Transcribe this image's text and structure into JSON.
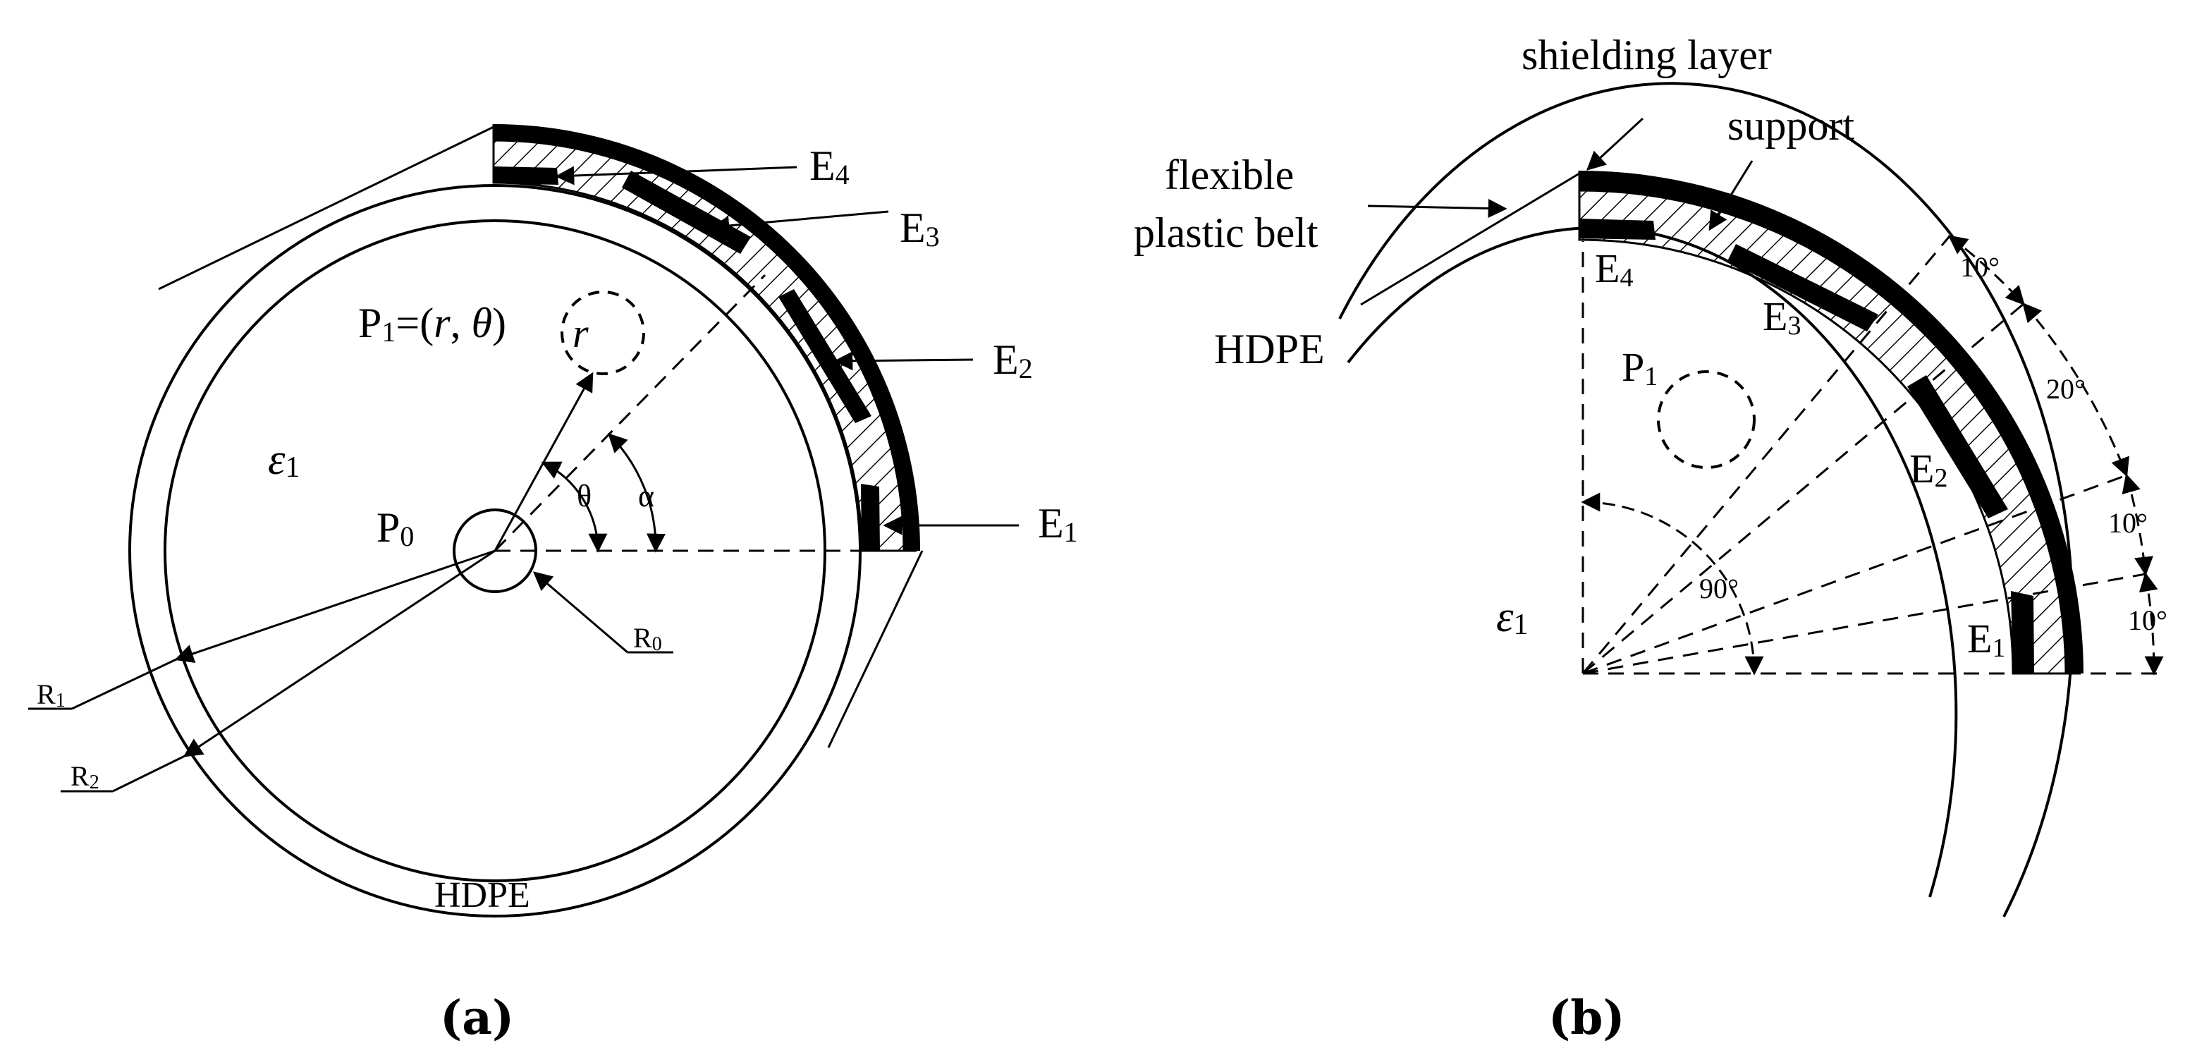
{
  "panel_a": {
    "caption": "(a)",
    "electrodes": {
      "e1": {
        "main": "E",
        "sub": "1"
      },
      "e2": {
        "main": "E",
        "sub": "2"
      },
      "e3": {
        "main": "E",
        "sub": "3"
      },
      "e4": {
        "main": "E",
        "sub": "4"
      }
    },
    "p1": {
      "main": "P",
      "sub": "1",
      "rest_pre": "=(",
      "r": "r",
      "comma": ", ",
      "theta": "θ",
      "close": ")"
    },
    "p0": {
      "main": "P",
      "sub": "0"
    },
    "eps": {
      "main": "ε",
      "sub": "1"
    },
    "r_label": "r",
    "theta_label": "θ",
    "alpha_label": "α",
    "r0": {
      "main": "R",
      "sub": "0"
    },
    "r1": {
      "main": "R",
      "sub": "1"
    },
    "r2": {
      "main": "R",
      "sub": "2"
    },
    "hdpe": "HDPE"
  },
  "panel_b": {
    "caption": "(b)",
    "shielding_layer": "shielding layer",
    "support": "support",
    "flexible_line1": "flexible",
    "flexible_line2": "plastic belt",
    "hdpe": "HDPE",
    "electrodes": {
      "e1": {
        "main": "E",
        "sub": "1"
      },
      "e2": {
        "main": "E",
        "sub": "2"
      },
      "e3": {
        "main": "E",
        "sub": "3"
      },
      "e4": {
        "main": "E",
        "sub": "4"
      }
    },
    "p1": {
      "main": "P",
      "sub": "1"
    },
    "eps": {
      "main": "ε",
      "sub": "1"
    },
    "angles": {
      "a90": "90°",
      "a10_top": "10°",
      "a20": "20°",
      "a10_mid": "10°",
      "a10_bot": "10°"
    }
  }
}
